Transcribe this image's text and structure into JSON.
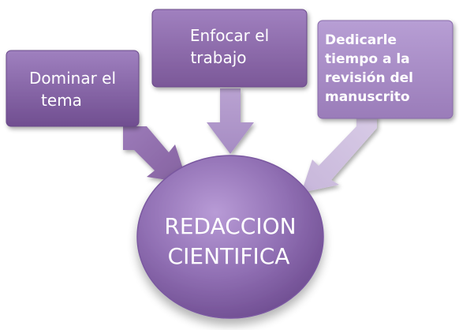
{
  "center": {
    "line1": "REDACCION",
    "line2": "CIENTIFICA"
  },
  "boxes": {
    "left": {
      "line1": "Dominar el",
      "line2": "tema"
    },
    "middle": {
      "line1": "Enfocar el",
      "line2": "trabajo"
    },
    "right": {
      "line1": "Dedicarle",
      "line2": "tiempo a la",
      "line3": "revisión del",
      "line4": "manuscrito"
    }
  },
  "colors": {
    "box_dark": "#7e5a9b",
    "box_light": "#a387c4",
    "arrow_dark": "#8e6aa9",
    "arrow_mid": "#ab92c5",
    "arrow_light": "#cbbbdc",
    "circle_main": "#8a62ae",
    "circle_light": "#b99ad6"
  }
}
